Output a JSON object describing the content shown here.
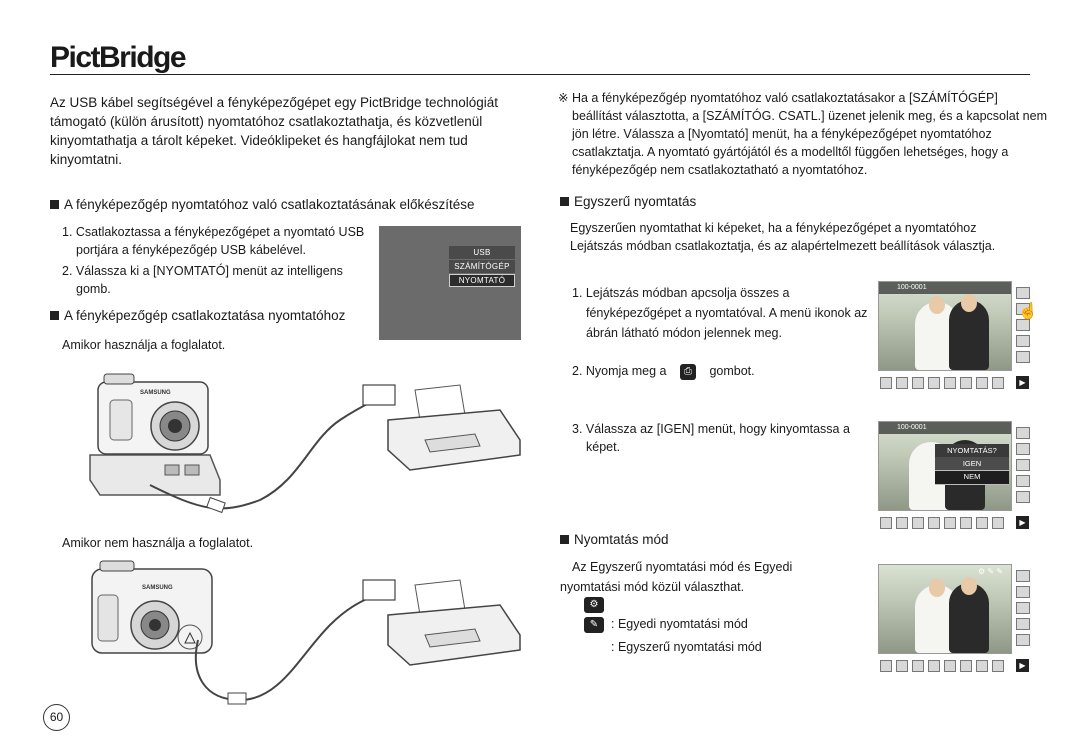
{
  "title": "PictBridge",
  "intro": "Az USB kábel segítségével a fényképezőgépet egy PictBridge technológiát támogató (külön árusított) nyomtatóhoz csatlakoztathatja, és közvetlenül kinyomtathatja a tárolt képeket. Videóklipeket és hangfájlokat nem tud kinyomtatni.",
  "prep_heading": "A fényképezőgép nyomtatóhoz való csatlakoztatásának előkészítése",
  "prep_steps": [
    "1. Csatlakoztassa a fényképezőgépet a nyomtató USB portjára a fényképezőgép USB kábelével.",
    "2. Válassza ki a [NYOMTATÓ] menüt az intelligens gomb."
  ],
  "usb_menu": {
    "items": [
      "USB",
      "SZÁMÍTÓGÉP",
      "NYOMTATÓ"
    ],
    "selected_index": 2
  },
  "connect_heading": "A fényképezőgép csatlakoztatása nyomtatóhoz",
  "caption_with_dock": "Amikor használja a foglalatot.",
  "caption_without_dock": "Amikor nem használja a foglalatot.",
  "camera_brand": "SAMSUNG",
  "note": "※ Ha a fényképezőgép nyomtatóhoz való csatlakoztatásakor a [SZÁMÍTÓGÉP] beállítást választotta, a [SZÁMÍTÓG. CSATL.] üzenet jelenik meg, és a kapcsolat nem jön létre. Válassza a [Nyomtató] menüt, ha a fényképezőgépet nyomtatóhoz csatlakztatja. A nyomtató gyártójától és a modelltől függően lehetséges, hogy a fényképezőgép nem csatlakoztatható a nyomtatóhoz.",
  "easy_heading": "Egyszerű nyomtatás",
  "easy_intro": "Egyszerűen nyomtathat ki képeket, ha a fényképezőgépet a nyomtatóhoz Lejátszás módban csatlakoztatja, és az alapértelmezett beállítások választja.",
  "easy_steps": [
    "1. Lejátszás módban apcsolja összes a fényképezőgépet a nyomtatóval. A menü ikonok az ábrán látható módon jelennek meg.",
    "2. Nyomja meg a",
    "gombot.",
    "3. Válassza az [IGEN] menüt, hogy kinyomtassa a képet."
  ],
  "screen_file_label": "100-0001",
  "dialog": {
    "question": "NYOMTATÁS?",
    "yes": "IGEN",
    "no": "NEM"
  },
  "mode_heading": "Nyomtatás mód",
  "mode_intro": "Az Egyszerű nyomtatási mód és Egyedi nyomtatási mód közül választhat.",
  "mode_items": [
    {
      "icon": "custom-print-icon",
      "label": ": Egyedi nyomtatási mód"
    },
    {
      "icon": "easy-print-icon",
      "label": ": Egyszerű nyomtatási mód"
    }
  ],
  "page_number": "60"
}
